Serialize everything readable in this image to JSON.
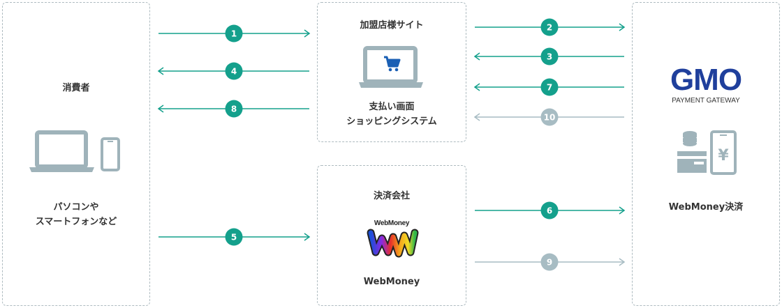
{
  "colors": {
    "active": "#14a08c",
    "inactive": "#a7bcc3",
    "icon": "#9fb3ba",
    "box_border": "#aebbc0",
    "gmo_blue": "#1f3f9c",
    "cart_blue": "#1a5fb4"
  },
  "consumer": {
    "title": "消費者",
    "devices": "パソコンや\nスマートフォンなど"
  },
  "merchant": {
    "title": "加盟店様サイト",
    "screen": "支払い画面\nショッピングシステム"
  },
  "settlement": {
    "title": "決済会社",
    "logo_text": "WebMoney",
    "name": "WebMoney"
  },
  "gateway": {
    "logo": "GMO",
    "logo_sub": "PAYMENT GATEWAY",
    "service": "WebMoney決済"
  },
  "flows": [
    {
      "num": "1",
      "dir": "right",
      "lane": "left",
      "state": "active"
    },
    {
      "num": "4",
      "dir": "left",
      "lane": "left",
      "state": "active"
    },
    {
      "num": "8",
      "dir": "left",
      "lane": "left",
      "state": "active"
    },
    {
      "num": "5",
      "dir": "right",
      "lane": "left",
      "state": "active"
    },
    {
      "num": "2",
      "dir": "right",
      "lane": "right",
      "state": "active"
    },
    {
      "num": "3",
      "dir": "left",
      "lane": "right",
      "state": "active"
    },
    {
      "num": "7",
      "dir": "left",
      "lane": "right",
      "state": "active"
    },
    {
      "num": "10",
      "dir": "left",
      "lane": "right",
      "state": "inactive"
    },
    {
      "num": "6",
      "dir": "right",
      "lane": "right",
      "state": "active"
    },
    {
      "num": "9",
      "dir": "right",
      "lane": "right",
      "state": "inactive"
    }
  ]
}
